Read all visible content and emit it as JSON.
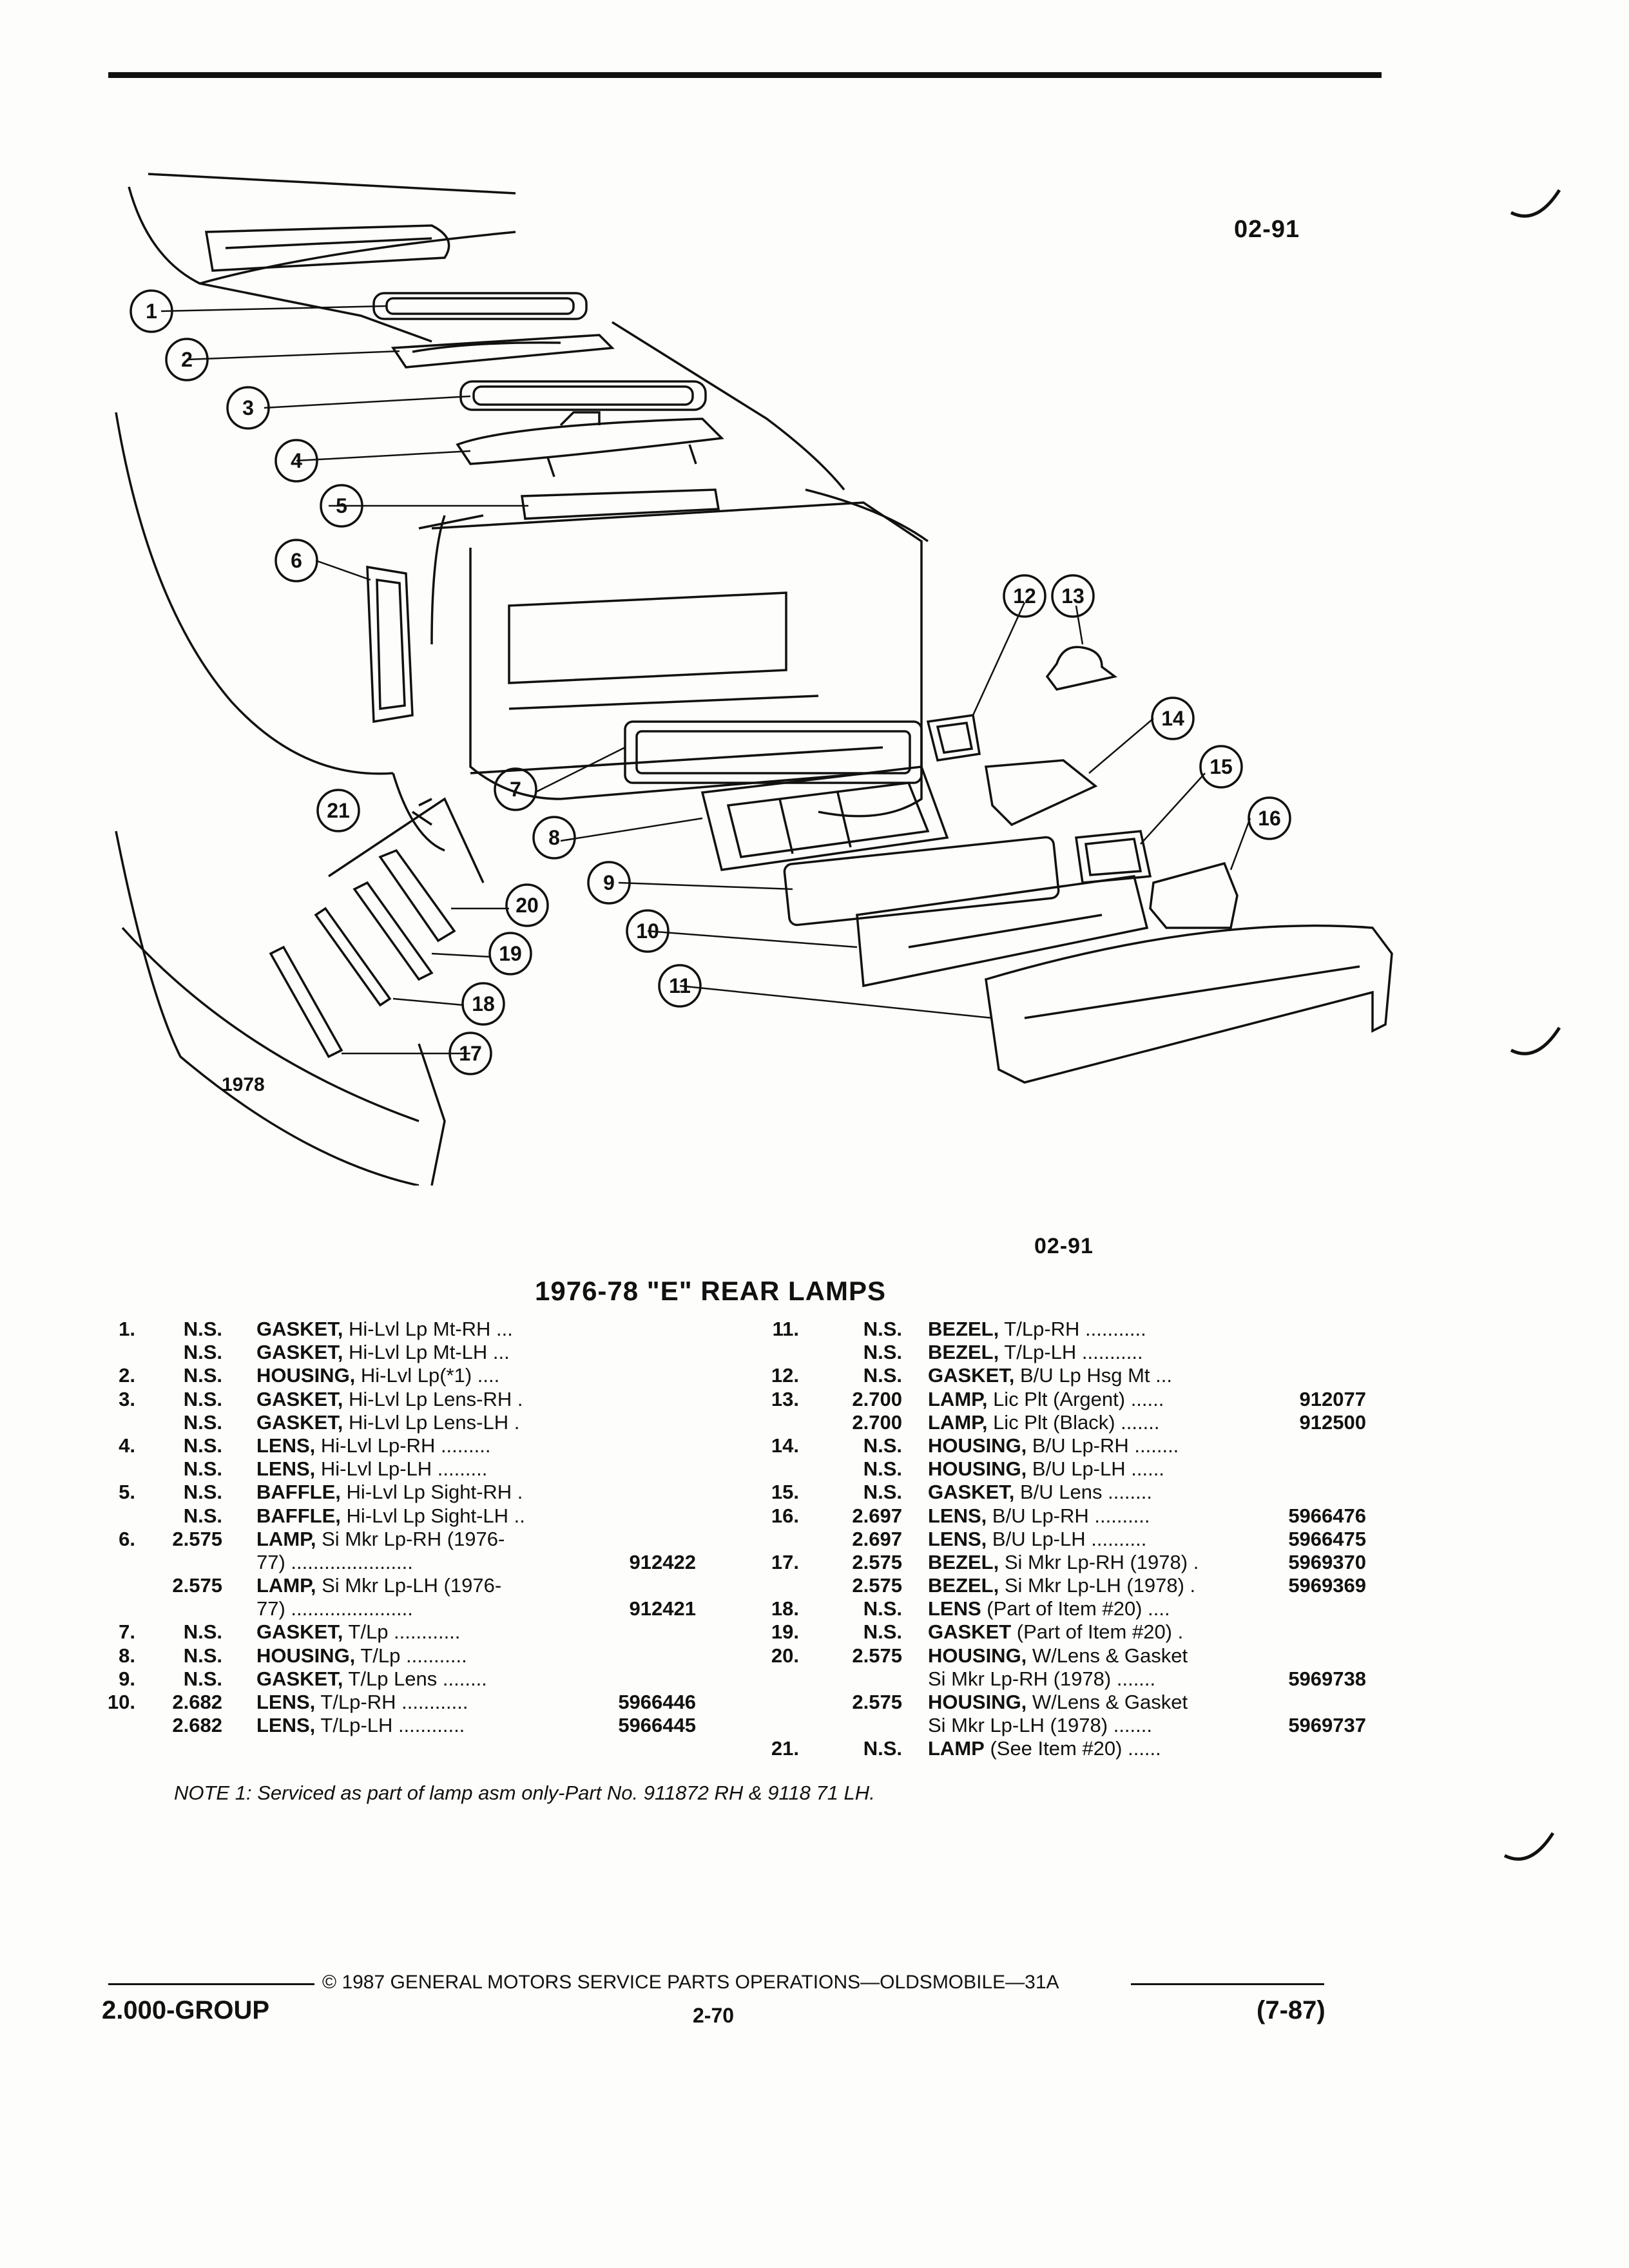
{
  "header": {
    "code_top": "02-91",
    "code_bottom": "02-91"
  },
  "diagram": {
    "year_label": "1978",
    "callouts": [
      "1",
      "2",
      "3",
      "4",
      "5",
      "6",
      "7",
      "8",
      "9",
      "10",
      "11",
      "12",
      "13",
      "14",
      "15",
      "16",
      "17",
      "18",
      "19",
      "20",
      "21"
    ]
  },
  "title": "1976-78 \"E\" REAR LAMPS",
  "parts_left": [
    {
      "num": "1.",
      "grp": "N.S.",
      "name": "GASKET,",
      "spec": " Hi-Lvl Lp Mt-RH ...",
      "part": ""
    },
    {
      "num": "",
      "grp": "N.S.",
      "name": "GASKET,",
      "spec": " Hi-Lvl Lp Mt-LH ...",
      "part": ""
    },
    {
      "num": "2.",
      "grp": "N.S.",
      "name": "HOUSING,",
      "spec": " Hi-Lvl Lp(*1) ....",
      "part": ""
    },
    {
      "num": "3.",
      "grp": "N.S.",
      "name": "GASKET,",
      "spec": " Hi-Lvl Lp Lens-RH .",
      "part": ""
    },
    {
      "num": "",
      "grp": "N.S.",
      "name": "GASKET,",
      "spec": " Hi-Lvl Lp Lens-LH .",
      "part": ""
    },
    {
      "num": "4.",
      "grp": "N.S.",
      "name": "LENS,",
      "spec": " Hi-Lvl Lp-RH .........",
      "part": ""
    },
    {
      "num": "",
      "grp": "N.S.",
      "name": "LENS,",
      "spec": " Hi-Lvl Lp-LH .........",
      "part": ""
    },
    {
      "num": "5.",
      "grp": "N.S.",
      "name": "BAFFLE,",
      "spec": " Hi-Lvl Lp Sight-RH .",
      "part": ""
    },
    {
      "num": "",
      "grp": "N.S.",
      "name": "BAFFLE,",
      "spec": " Hi-Lvl Lp Sight-LH ..",
      "part": ""
    },
    {
      "num": "6.",
      "grp": "2.575",
      "name": "LAMP,",
      "spec": " Si Mkr Lp-RH (1976-",
      "part": ""
    },
    {
      "num": "",
      "grp": "",
      "name": "",
      "spec": "77) ......................",
      "part": "912422"
    },
    {
      "num": "",
      "grp": "2.575",
      "name": "LAMP,",
      "spec": " Si Mkr Lp-LH (1976-",
      "part": ""
    },
    {
      "num": "",
      "grp": "",
      "name": "",
      "spec": "77) ......................",
      "part": "912421"
    },
    {
      "num": "7.",
      "grp": "N.S.",
      "name": "GASKET,",
      "spec": " T/Lp ............",
      "part": ""
    },
    {
      "num": "8.",
      "grp": "N.S.",
      "name": "HOUSING,",
      "spec": " T/Lp ...........",
      "part": ""
    },
    {
      "num": "9.",
      "grp": "N.S.",
      "name": "GASKET,",
      "spec": " T/Lp Lens ........",
      "part": ""
    },
    {
      "num": "10.",
      "grp": "2.682",
      "name": "LENS,",
      "spec": " T/Lp-RH ............",
      "part": "5966446"
    },
    {
      "num": "",
      "grp": "2.682",
      "name": "LENS,",
      "spec": " T/Lp-LH ............",
      "part": "5966445"
    }
  ],
  "parts_right": [
    {
      "num": "11.",
      "grp": "N.S.",
      "name": "BEZEL,",
      "spec": " T/Lp-RH ...........",
      "part": ""
    },
    {
      "num": "",
      "grp": "N.S.",
      "name": "BEZEL,",
      "spec": " T/Lp-LH ...........",
      "part": ""
    },
    {
      "num": "12.",
      "grp": "N.S.",
      "name": "GASKET,",
      "spec": " B/U Lp Hsg Mt ...",
      "part": ""
    },
    {
      "num": "13.",
      "grp": "2.700",
      "name": "LAMP,",
      "spec": " Lic Plt (Argent) ......",
      "part": "912077"
    },
    {
      "num": "",
      "grp": "2.700",
      "name": "LAMP,",
      "spec": " Lic Plt (Black) .......",
      "part": "912500"
    },
    {
      "num": "14.",
      "grp": "N.S.",
      "name": "HOUSING,",
      "spec": " B/U Lp-RH ........",
      "part": ""
    },
    {
      "num": "",
      "grp": "N.S.",
      "name": "HOUSING,",
      "spec": " B/U Lp-LH ......",
      "part": ""
    },
    {
      "num": "15.",
      "grp": "N.S.",
      "name": "GASKET,",
      "spec": " B/U Lens ........",
      "part": ""
    },
    {
      "num": "16.",
      "grp": "2.697",
      "name": "LENS,",
      "spec": " B/U Lp-RH ..........",
      "part": "5966476"
    },
    {
      "num": "",
      "grp": "2.697",
      "name": "LENS,",
      "spec": " B/U Lp-LH ..........",
      "part": "5966475"
    },
    {
      "num": "17.",
      "grp": "2.575",
      "name": "BEZEL,",
      "spec": " Si Mkr Lp-RH (1978) .",
      "part": "5969370"
    },
    {
      "num": "",
      "grp": "2.575",
      "name": "BEZEL,",
      "spec": " Si Mkr Lp-LH (1978) .",
      "part": "5969369"
    },
    {
      "num": "18.",
      "grp": "N.S.",
      "name": "LENS",
      "spec": " (Part of Item #20) ....",
      "part": ""
    },
    {
      "num": "19.",
      "grp": "N.S.",
      "name": "GASKET",
      "spec": " (Part of Item #20) .",
      "part": ""
    },
    {
      "num": "20.",
      "grp": "2.575",
      "name": "HOUSING,",
      "spec": " W/Lens & Gasket",
      "part": ""
    },
    {
      "num": "",
      "grp": "",
      "name": "",
      "spec": "Si Mkr Lp-RH (1978) .......",
      "part": "5969738"
    },
    {
      "num": "",
      "grp": "2.575",
      "name": "HOUSING,",
      "spec": " W/Lens & Gasket",
      "part": ""
    },
    {
      "num": "",
      "grp": "",
      "name": "",
      "spec": "Si Mkr Lp-LH (1978) .......",
      "part": "5969737"
    },
    {
      "num": "21.",
      "grp": "N.S.",
      "name": "LAMP",
      "spec": " (See Item #20) ......",
      "part": ""
    }
  ],
  "note": "NOTE 1: Serviced as part of lamp asm only-Part No. 911872 RH & 9118 71 LH.",
  "footer": {
    "copyright": "© 1987 GENERAL MOTORS SERVICE PARTS OPERATIONS—OLDSMOBILE—31A",
    "group": "2.000-GROUP",
    "page": "2-70",
    "date": "(7-87)"
  }
}
